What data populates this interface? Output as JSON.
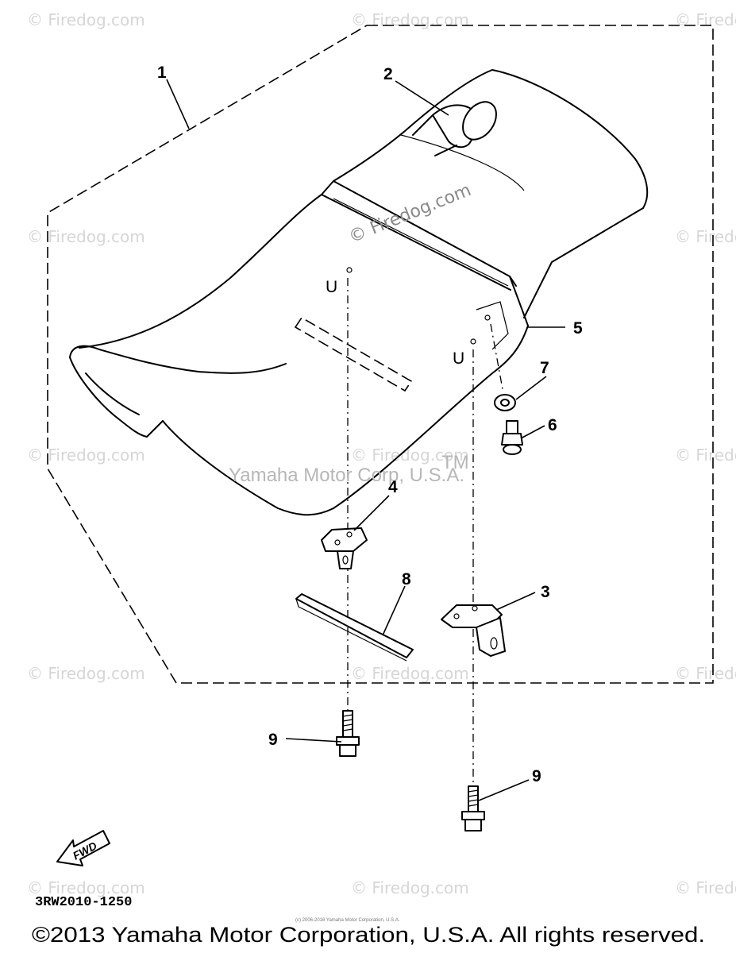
{
  "watermarks": {
    "tile_text": "© Firedog.com",
    "center_text": "© Firedog.com",
    "yamaha_mark": "Yamaha Motor Corp, U.S.A.",
    "tm": "TM"
  },
  "callouts": {
    "c1": "1",
    "c2": "2",
    "c3": "3",
    "c4": "4",
    "c5": "5",
    "c6": "6",
    "c7": "7",
    "c8": "8",
    "c9a": "9",
    "c9b": "9"
  },
  "fwd_label": "FWD",
  "part_code": "3RW2010-1250",
  "tiny_copyright": "(c) 2006-2016 Yamaha Motor Corporation, U.S.A.",
  "copyright": "©2013 Yamaha Motor Corporation, U.S.A. All rights reserved.",
  "colors": {
    "line": "#000000",
    "watermark_light": "#d6d6d6",
    "watermark_dark": "#8a8a8a"
  }
}
